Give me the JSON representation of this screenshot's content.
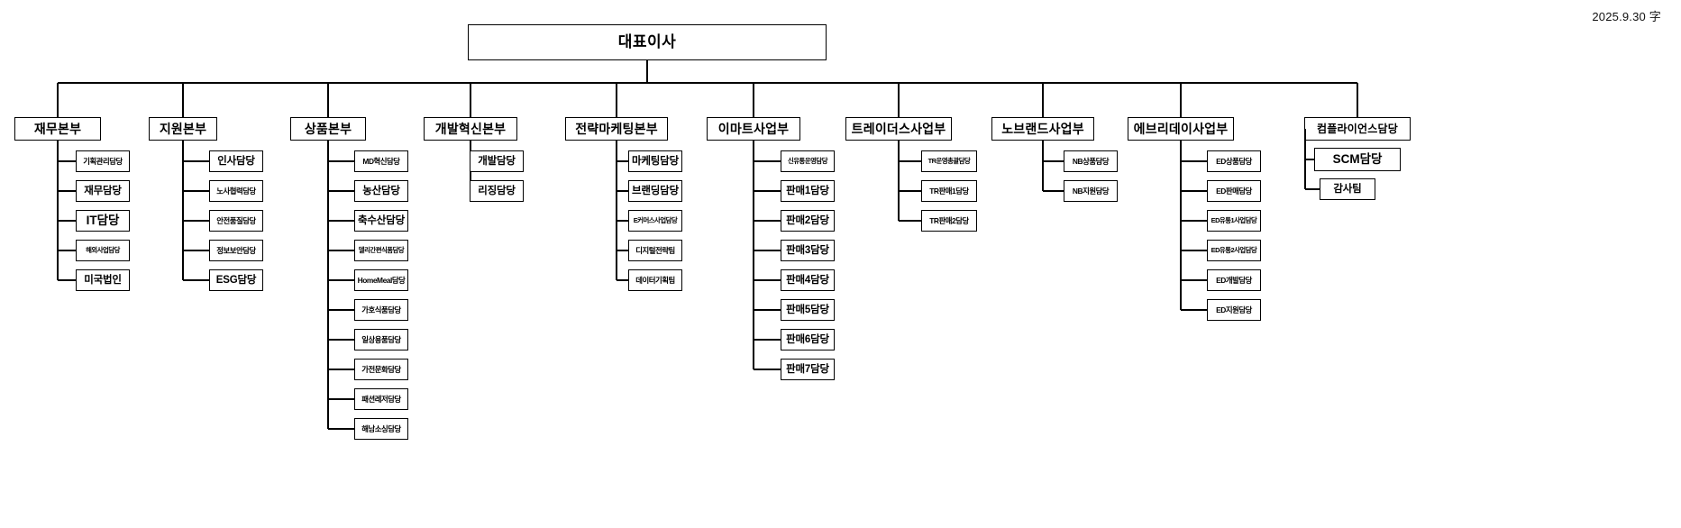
{
  "meta": {
    "date_stamp": "2025.9.30 字"
  },
  "root": {
    "label": "대표이사"
  },
  "side_branch": {
    "label": "컴플라이언스담당",
    "children": [
      {
        "label": "SCM담당",
        "size": "big"
      },
      {
        "label": "감사팀",
        "size": "mid"
      }
    ]
  },
  "divisions": [
    {
      "label": "재무본부",
      "children": [
        {
          "label": "기획관리담당",
          "size": "tiny"
        },
        {
          "label": "재무담당",
          "size": "mid"
        },
        {
          "label": "IT담당",
          "size": "big"
        },
        {
          "label": "해외사업담당",
          "size": "xtiny"
        },
        {
          "label": "미국법인",
          "size": "mid"
        }
      ]
    },
    {
      "label": "지원본부",
      "children": [
        {
          "label": "인사담당",
          "size": "mid"
        },
        {
          "label": "노사협력담당",
          "size": "tiny"
        },
        {
          "label": "안전품질담당",
          "size": "tiny"
        },
        {
          "label": "정보보안담당",
          "size": "tiny"
        },
        {
          "label": "ESG담당",
          "size": "mid"
        }
      ]
    },
    {
      "label": "상품본부",
      "children": [
        {
          "label": "MD혁신담당",
          "size": "tiny"
        },
        {
          "label": "농산담당",
          "size": "mid"
        },
        {
          "label": "축수산담당",
          "size": "mid"
        },
        {
          "label": "델리간편식품담당",
          "size": "xtiny"
        },
        {
          "label": "HomeMeal담당",
          "size": "tiny"
        },
        {
          "label": "가호식품담당",
          "size": "tiny"
        },
        {
          "label": "일상용품담당",
          "size": "tiny"
        },
        {
          "label": "가전문화담당",
          "size": "tiny"
        },
        {
          "label": "패션레저담당",
          "size": "tiny"
        },
        {
          "label": "해남소싱담당",
          "size": "tiny"
        }
      ]
    },
    {
      "label": "개발혁신본부",
      "children": [
        {
          "label": "개발담당",
          "size": "mid"
        },
        {
          "label": "리징담당",
          "size": "mid"
        }
      ]
    },
    {
      "label": "전략마케팅본부",
      "children": [
        {
          "label": "마케팅담당",
          "size": "mid"
        },
        {
          "label": "브랜딩담당",
          "size": "mid"
        },
        {
          "label": "E커머스사업담당",
          "size": "xtiny"
        },
        {
          "label": "디지털전략팀",
          "size": "tiny"
        },
        {
          "label": "데이터기획팀",
          "size": "tiny"
        }
      ]
    },
    {
      "label": "이마트사업부",
      "children": [
        {
          "label": "신유통운영담당",
          "size": "xtiny"
        },
        {
          "label": "판매1담당",
          "size": "mid"
        },
        {
          "label": "판매2담당",
          "size": "mid"
        },
        {
          "label": "판매3담당",
          "size": "mid"
        },
        {
          "label": "판매4담당",
          "size": "mid"
        },
        {
          "label": "판매5담당",
          "size": "mid"
        },
        {
          "label": "판매6담당",
          "size": "mid"
        },
        {
          "label": "판매7담당",
          "size": "mid"
        }
      ]
    },
    {
      "label": "트레이더스사업부",
      "children": [
        {
          "label": "TR운영총괄담당",
          "size": "xtiny"
        },
        {
          "label": "TR판매1담당",
          "size": "tiny"
        },
        {
          "label": "TR판매2담당",
          "size": "tiny"
        }
      ]
    },
    {
      "label": "노브랜드사업부",
      "children": [
        {
          "label": "NB상품담당",
          "size": "tiny"
        },
        {
          "label": "NB지원담당",
          "size": "tiny"
        }
      ]
    },
    {
      "label": "에브리데이사업부",
      "children": [
        {
          "label": "ED상품담당",
          "size": "tiny"
        },
        {
          "label": "ED판매담당",
          "size": "tiny"
        },
        {
          "label": "ED유통1사업담당",
          "size": "xtiny"
        },
        {
          "label": "ED유통2사업담당",
          "size": "xtiny"
        },
        {
          "label": "ED개발담당",
          "size": "tiny"
        },
        {
          "label": "ED지원담당",
          "size": "tiny"
        }
      ]
    }
  ]
}
